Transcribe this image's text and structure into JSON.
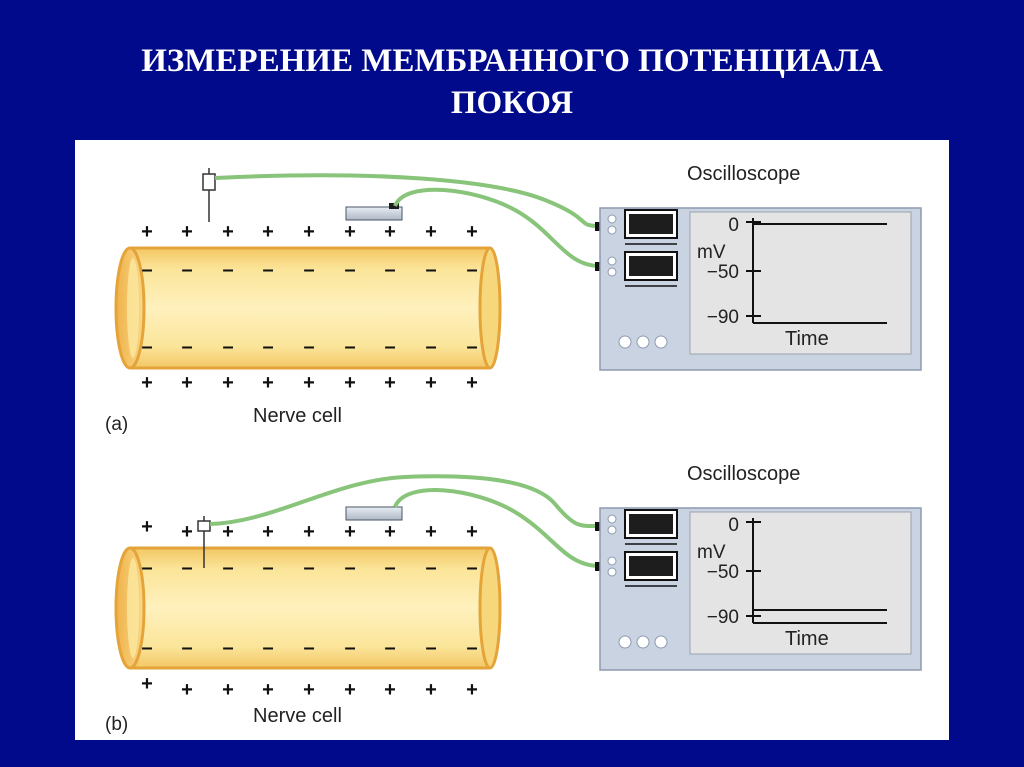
{
  "slide": {
    "title_line1": "ИЗМЕРЕНИЕ МЕМБРАННОГО ПОТЕНЦИАЛА",
    "title_line2": "ПОКОЯ"
  },
  "diagram": {
    "panels": [
      {
        "label": "(a)",
        "cell_label": "Nerve cell",
        "oscilloscope_label": "Oscilloscope",
        "y_unit": "mV",
        "x_label": "Time",
        "ticks": [
          "0",
          "−50",
          "−90"
        ],
        "trace_mv": 0,
        "electrode": "outside"
      },
      {
        "label": "(b)",
        "cell_label": "Nerve cell",
        "oscilloscope_label": "Oscilloscope",
        "y_unit": "mV",
        "x_label": "Time",
        "ticks": [
          "0",
          "−50",
          "−90"
        ],
        "trace_mv": -90,
        "electrode": "inside"
      }
    ],
    "colors": {
      "axon_fill": "#f7dc7f",
      "axon_edge": "#e6a53a",
      "wire": "#88c47a",
      "oscilloscope_body": "#c9d3e2",
      "screen": "#e4e4e4"
    }
  }
}
